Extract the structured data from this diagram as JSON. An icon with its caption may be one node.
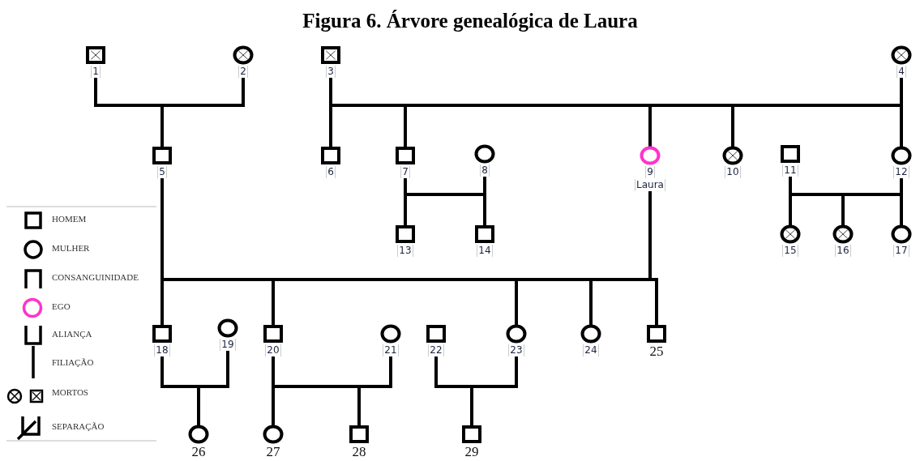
{
  "diagram": {
    "title": "Figura 6. Árvore genealógica de Laura",
    "nodes": [
      {
        "text": [
          "1"
        ]
      },
      {
        "text": [
          "2"
        ]
      },
      {
        "text": [
          "3"
        ]
      },
      {
        "text": [
          "4"
        ]
      },
      {
        "text": [
          "5"
        ]
      },
      {
        "text": [
          "6"
        ]
      },
      {
        "text": [
          "7"
        ]
      },
      {
        "text": [
          "8"
        ]
      },
      {
        "text": [
          "9",
          "Laura"
        ]
      },
      {
        "text": [
          "10"
        ]
      },
      {
        "text": [
          "11"
        ]
      },
      {
        "text": [
          "12"
        ]
      },
      {
        "text": [
          "13"
        ]
      },
      {
        "text": [
          "14"
        ]
      },
      {
        "text": [
          "15"
        ]
      },
      {
        "text": [
          "16"
        ]
      },
      {
        "text": [
          "17"
        ]
      },
      {
        "text": [
          "18"
        ]
      },
      {
        "text": [
          "19"
        ]
      },
      {
        "text": [
          "20"
        ]
      },
      {
        "text": [
          "21"
        ]
      },
      {
        "text": [
          "22"
        ]
      },
      {
        "text": [
          "23"
        ]
      },
      {
        "text": [
          "24"
        ]
      },
      {
        "text": [
          "25"
        ]
      },
      {
        "text": [
          "26"
        ]
      },
      {
        "text": [
          "27"
        ]
      },
      {
        "text": [
          "28"
        ]
      },
      {
        "text": [
          "29"
        ]
      }
    ],
    "edges": [
      {
        "from": 0,
        "to": 4,
        "arrow": "none"
      },
      {
        "from": 1,
        "to": 4,
        "arrow": "none"
      },
      {
        "from": 2,
        "to": 5,
        "arrow": "none"
      },
      {
        "from": 2,
        "to": 6,
        "arrow": "none"
      },
      {
        "from": 2,
        "to": 8,
        "arrow": "none"
      },
      {
        "from": 2,
        "to": 9,
        "arrow": "none"
      },
      {
        "from": 2,
        "to": 11,
        "arrow": "none"
      },
      {
        "from": 3,
        "to": 5,
        "arrow": "none"
      },
      {
        "from": 3,
        "to": 6,
        "arrow": "none"
      },
      {
        "from": 3,
        "to": 8,
        "arrow": "none"
      },
      {
        "from": 3,
        "to": 9,
        "arrow": "none"
      },
      {
        "from": 3,
        "to": 11,
        "arrow": "none"
      },
      {
        "from": 6,
        "to": 12,
        "arrow": "none"
      },
      {
        "from": 6,
        "to": 13,
        "arrow": "none"
      },
      {
        "from": 7,
        "to": 12,
        "arrow": "none"
      },
      {
        "from": 7,
        "to": 13,
        "arrow": "none"
      },
      {
        "from": 10,
        "to": 14,
        "arrow": "none"
      },
      {
        "from": 10,
        "to": 15,
        "arrow": "none"
      },
      {
        "from": 10,
        "to": 16,
        "arrow": "none"
      },
      {
        "from": 11,
        "to": 14,
        "arrow": "none"
      },
      {
        "from": 11,
        "to": 15,
        "arrow": "none"
      },
      {
        "from": 11,
        "to": 16,
        "arrow": "none"
      },
      {
        "from": 4,
        "to": 17,
        "arrow": "none"
      },
      {
        "from": 4,
        "to": 19,
        "arrow": "none"
      },
      {
        "from": 4,
        "to": 22,
        "arrow": "none"
      },
      {
        "from": 4,
        "to": 23,
        "arrow": "none"
      },
      {
        "from": 4,
        "to": 24,
        "arrow": "none"
      },
      {
        "from": 8,
        "to": 17,
        "arrow": "none"
      },
      {
        "from": 8,
        "to": 19,
        "arrow": "none"
      },
      {
        "from": 8,
        "to": 22,
        "arrow": "none"
      },
      {
        "from": 8,
        "to": 23,
        "arrow": "none"
      },
      {
        "from": 8,
        "to": 24,
        "arrow": "none"
      },
      {
        "from": 17,
        "to": 25,
        "arrow": "none"
      },
      {
        "from": 18,
        "to": 25,
        "arrow": "none"
      },
      {
        "from": 19,
        "to": 26,
        "arrow": "none"
      },
      {
        "from": 19,
        "to": 27,
        "arrow": "none"
      },
      {
        "from": 20,
        "to": 26,
        "arrow": "none"
      },
      {
        "from": 20,
        "to": 27,
        "arrow": "none"
      },
      {
        "from": 21,
        "to": 28,
        "arrow": "none"
      },
      {
        "from": 22,
        "to": 28,
        "arrow": "none"
      }
    ],
    "legend": [
      {
        "text": "HOMEM"
      },
      {
        "text": "MULHER"
      },
      {
        "text": "CONSANGUINIDADE"
      },
      {
        "text": "EGO"
      },
      {
        "text": "ALIANÇA"
      },
      {
        "text": "FILIAÇÃO"
      },
      {
        "text": "MORTOS"
      },
      {
        "text": "SEPARAÇÃO"
      }
    ]
  }
}
